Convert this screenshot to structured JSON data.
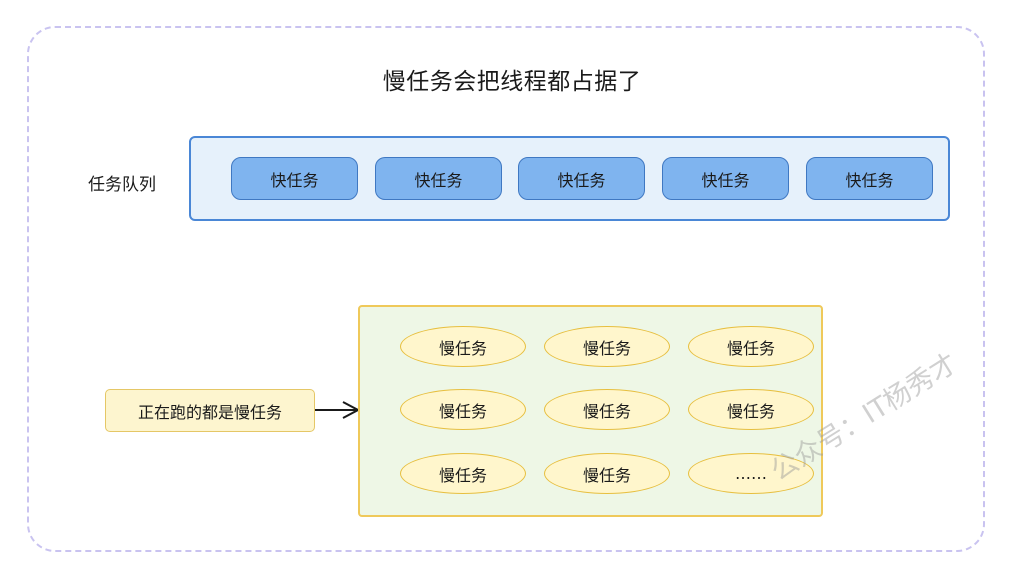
{
  "diagram": {
    "title": "慢任务会把线程都占据了",
    "queue": {
      "label": "任务队列",
      "tasks": [
        "快任务",
        "快任务",
        "快任务",
        "快任务",
        "快任务"
      ]
    },
    "running": {
      "label": "正在跑的都是慢任务"
    },
    "pool": {
      "tasks": [
        "慢任务",
        "慢任务",
        "慢任务",
        "慢任务",
        "慢任务",
        "慢任务",
        "慢任务",
        "慢任务",
        "……"
      ]
    },
    "watermark": "公众号：IT杨秀才"
  },
  "colors": {
    "frame_border": "#c9c3f0",
    "queue_fill": "#e6f1fb",
    "queue_border": "#4a87d6",
    "fast_task_fill": "#7fb4ef",
    "running_fill": "#fdf5cf",
    "pool_fill": "#eef7e6",
    "pool_border": "#efc95a",
    "slow_task_fill": "#fff6cc"
  }
}
